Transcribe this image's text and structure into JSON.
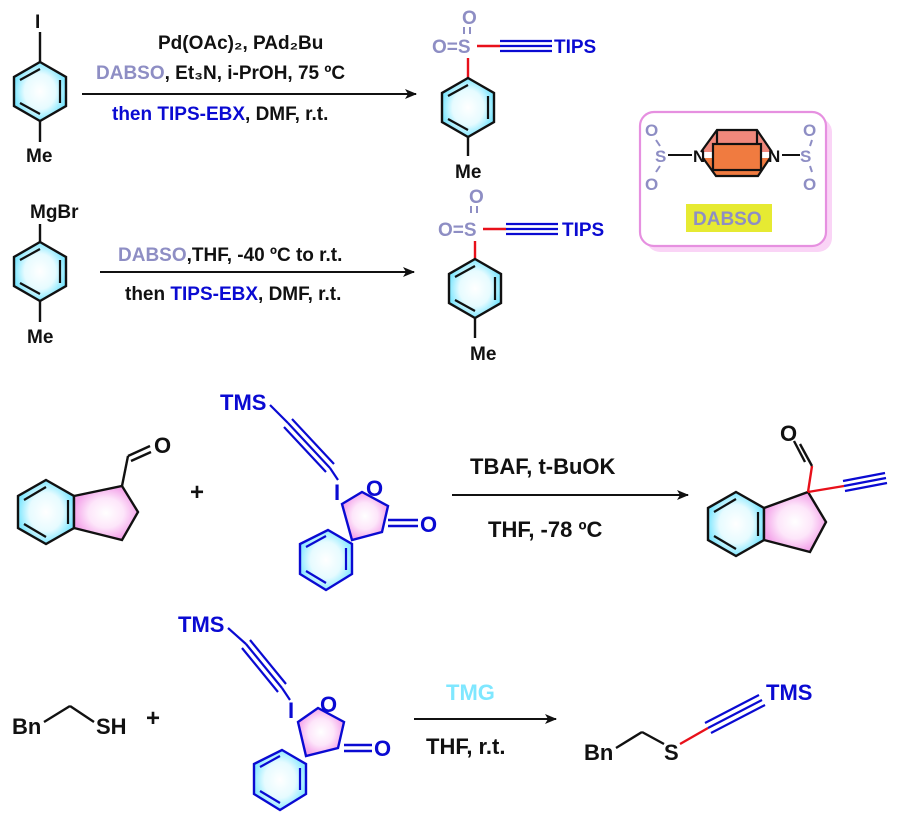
{
  "colors": {
    "black": "#111111",
    "blue": "#0a0ad2",
    "grayblue": "#8e8ec4",
    "red": "#e8101a",
    "cyan": "#7fe7ff",
    "pink_ring": "#f7b5ee",
    "box_border": "#e690e0",
    "box_shadow": "#f7b8f0",
    "dabso_orange": "#f07b40",
    "dabso_salmon": "#f0887c",
    "dabso_label_bg": "#e6ea32"
  },
  "reaction1": {
    "reagent_line1": "Pd(OAc)₂, PAd₂Bu",
    "reagent_line2_dabso": "DABSO",
    "reagent_line2_rest": ", Et₃N, i-PrOH, 75 ºC",
    "reagent_line3_then": "then ",
    "reagent_line3_ebx": "TIPS-EBX",
    "reagent_line3_rest": ", DMF, r.t.",
    "sm_halogen": "I",
    "sm_me": "Me",
    "prod_o_top": "O",
    "prod_o_left": "O=S",
    "prod_tips": "TIPS",
    "prod_me": "Me"
  },
  "reaction2": {
    "reagent_line1_dabso": "DABSO",
    "reagent_line1_rest": ",THF, -40 ºC to r.t.",
    "reagent_line2_then": "then ",
    "reagent_line2_ebx": "TIPS-EBX",
    "reagent_line2_rest": ", DMF, r.t.",
    "sm_group": "MgBr",
    "sm_me": "Me",
    "prod_o_top": "O",
    "prod_o_left": "O=S",
    "prod_tips": "TIPS",
    "prod_me": "Me"
  },
  "dabso": {
    "label": "DABSO",
    "o": "O",
    "s": "S",
    "n": "N"
  },
  "reaction3": {
    "plus": "+",
    "aldehyde_o": "O",
    "reagent_tms": "TMS",
    "reagent_i": "I",
    "reagent_o_ring": "O",
    "reagent_o_carbonyl": "O",
    "conditions_top": "TBAF, t-BuOK",
    "conditions_bottom": "THF, -78 ºC",
    "product_o": "O"
  },
  "reaction4": {
    "bn": "Bn",
    "sh": "SH",
    "plus": "+",
    "reagent_tms": "TMS",
    "reagent_i": "I",
    "reagent_o_ring": "O",
    "reagent_o_carbonyl": "O",
    "conditions_top": "TMG",
    "conditions_bottom": "THF, r.t.",
    "product_bn": "Bn",
    "product_s": "S",
    "product_tms": "TMS"
  }
}
